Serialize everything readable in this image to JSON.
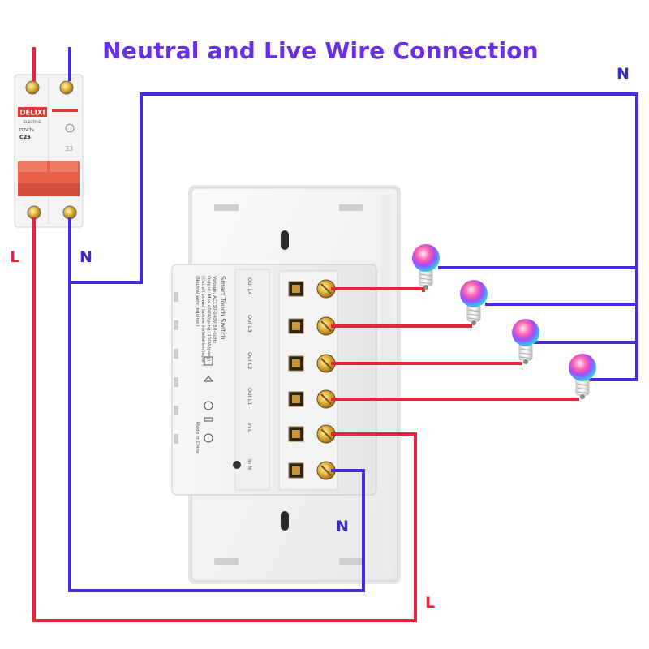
{
  "title": "Neutral and Live Wire Connection",
  "labels": {
    "n_top_right": "N",
    "n_breaker": "N",
    "l_breaker": "L",
    "n_bottom": "N",
    "l_bottom": "L"
  },
  "breaker": {
    "brand": "DELIXI",
    "sub": "ELECTRIC",
    "model": "DZ47s",
    "rating": "C25"
  },
  "module": {
    "title": "Smart Touch Switch",
    "spec_1": "Voltage: AC110-240V 50-60Hz",
    "spec_2": "Output: Max.400W/gang (100W/gang)",
    "spec_3": "(Cut off power before installation/repair)",
    "spec_4": "(Neutral wire required)",
    "made_in": "Made in China",
    "terminals": [
      {
        "id": "out-l4",
        "label": "Out L4"
      },
      {
        "id": "out-l3",
        "label": "Out L3"
      },
      {
        "id": "out-l2",
        "label": "Out L2"
      },
      {
        "id": "out-l1",
        "label": "Out L1"
      },
      {
        "id": "in-l",
        "label": "In L"
      },
      {
        "id": "in-n",
        "label": "In N"
      }
    ]
  },
  "colors": {
    "title": "#6a2ee6",
    "neutral_wire": "#4a2bd6",
    "live_wire": "#e8233a",
    "breaker_body": "#f2f2f2",
    "breaker_lever": "#e8604a",
    "panel": "#f4f4f4",
    "terminal_brass": "#d9a52c"
  }
}
